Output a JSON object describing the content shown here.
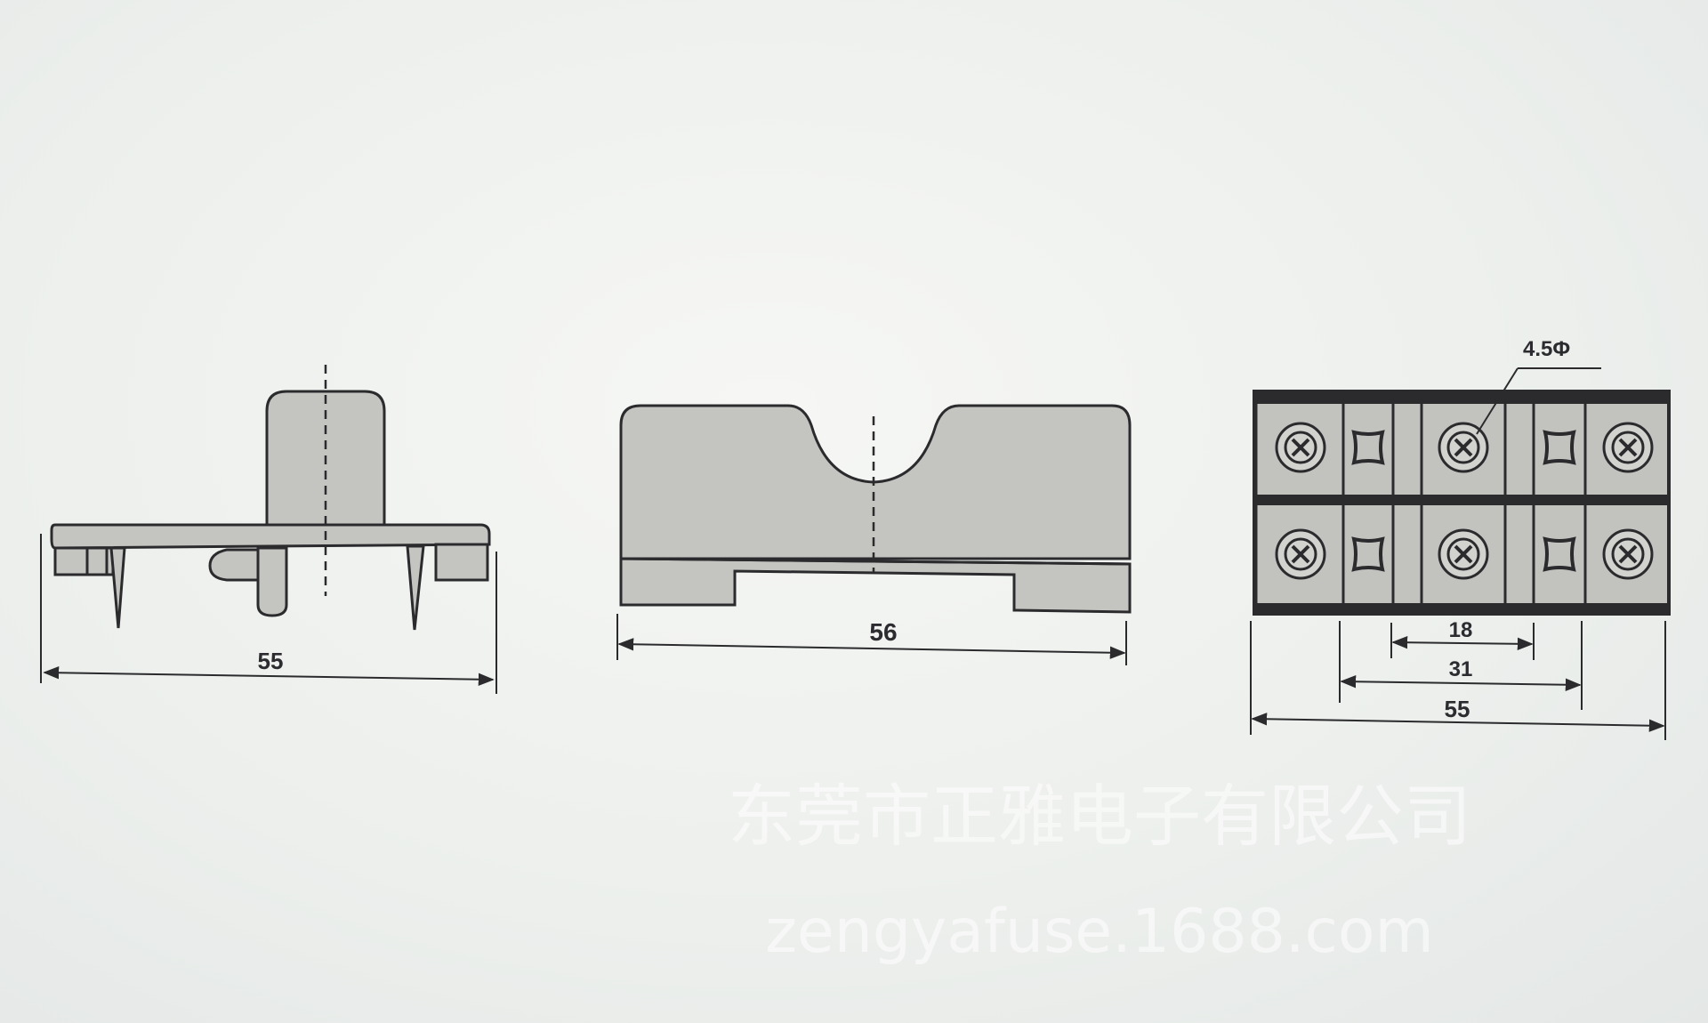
{
  "views": {
    "side": {
      "width_label": "55"
    },
    "front": {
      "width_label": "56"
    },
    "top": {
      "hole_label": "4.5Φ",
      "dim_inner_label": "18",
      "dim_middle_label": "31",
      "dim_outer_label": "55"
    }
  },
  "watermark": {
    "company": "东莞市正雅电子有限公司",
    "url": "zengyafuse.1688.com"
  }
}
